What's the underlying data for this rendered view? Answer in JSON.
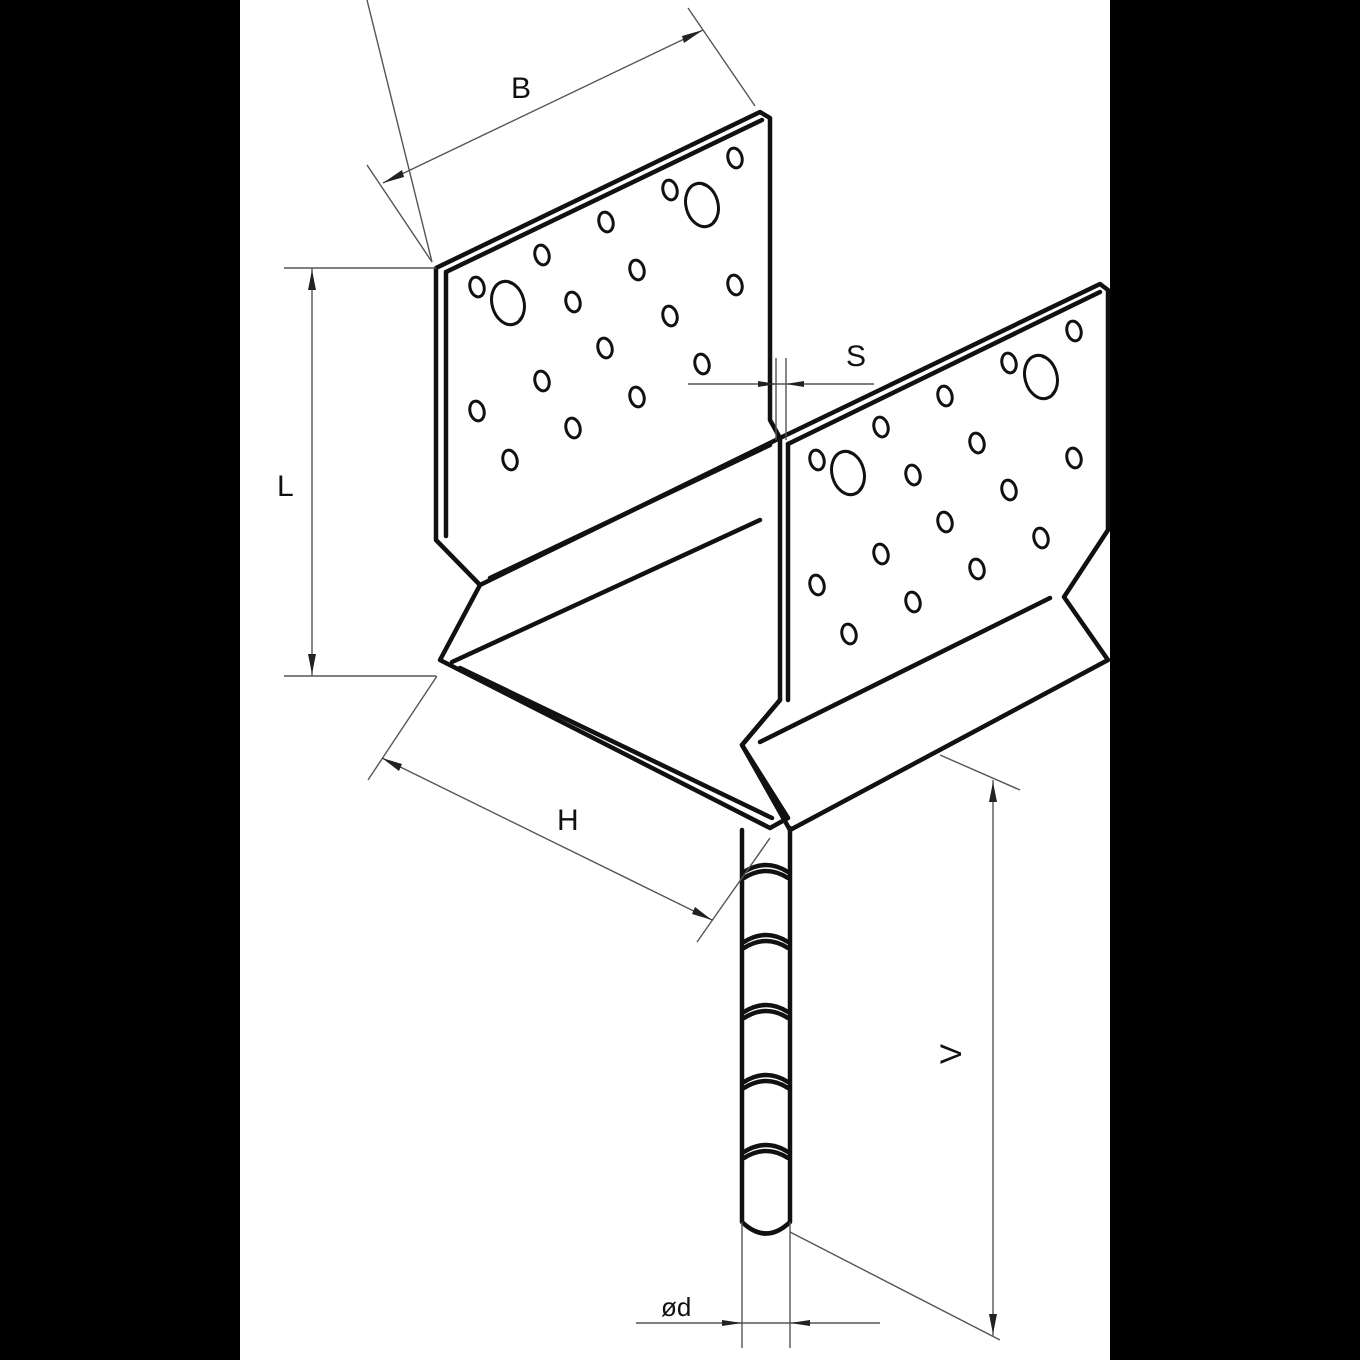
{
  "diagram": {
    "type": "technical-drawing",
    "subject": "post base anchor (U-shaped bracket with ribbed rod)",
    "background_color": "#000000",
    "canvas_color": "#ffffff",
    "line_color": "#111111",
    "dimension_line_color": "#555555"
  },
  "dimensions": {
    "B": {
      "label": "B"
    },
    "L": {
      "label": "L"
    },
    "S": {
      "label": "S"
    },
    "H": {
      "label": "H"
    },
    "V": {
      "label": "V"
    },
    "d": {
      "label": "ød"
    }
  },
  "parts": {
    "left_plate": {
      "small_holes": 16,
      "large_holes": 2
    },
    "right_plate": {
      "small_holes": 16,
      "large_holes": 2
    },
    "rod": {
      "ribs": 5
    }
  }
}
